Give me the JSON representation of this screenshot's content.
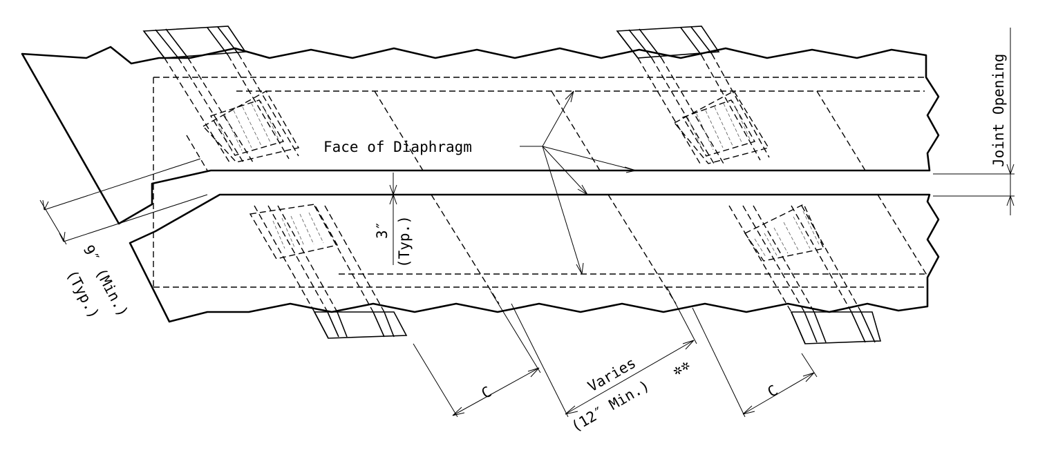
{
  "labels": {
    "face_of_diaphragm": "Face of Diaphragm",
    "joint_opening": "Joint Opening",
    "three_in": "3″",
    "typ_paren": "(Typ.)",
    "nine_in_min": "9″ (Min.)",
    "typ_paren_2": "(Typ.)",
    "c_left": "C",
    "c_right": "C",
    "varies": "Varies",
    "twelve_in_min": "(12″ Min.)",
    "double_asterisk": "✲✲"
  }
}
